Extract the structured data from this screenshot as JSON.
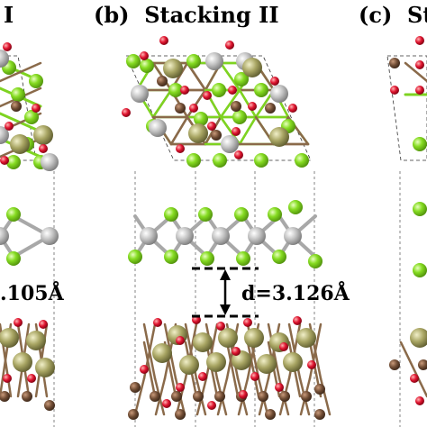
{
  "panels": [
    {
      "id": "a",
      "label": "I"
    },
    {
      "id": "b",
      "label": "(b)  Stacking II"
    },
    {
      "id": "c",
      "label": "(c)  St"
    }
  ],
  "distances": {
    "left": ".105Å",
    "middle": "d=3.126Å"
  },
  "colors": {
    "green": "#7ed321",
    "silver": "#b5b5b5",
    "olive": "#9d9a5c",
    "brown": "#6b4a34",
    "red": "#d0112b",
    "bond": "#8a6a4a"
  }
}
